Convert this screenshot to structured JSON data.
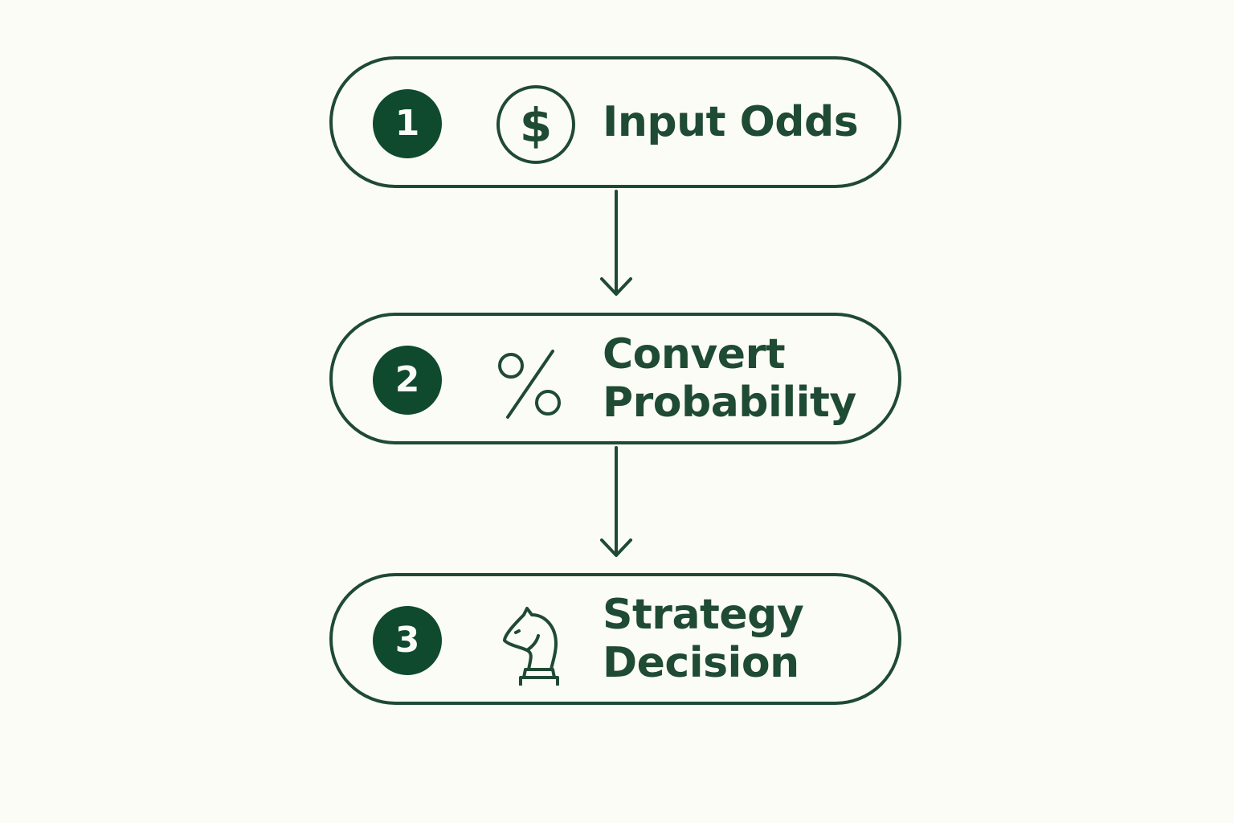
{
  "colors": {
    "background": "#fcfcf7",
    "stroke": "#1f4a33",
    "badge_fill": "#0f4a2e",
    "badge_text": "#fcfcf7"
  },
  "steps": [
    {
      "number": "1",
      "icon": "dollar-circle-icon",
      "lines": [
        "Input Odds"
      ]
    },
    {
      "number": "2",
      "icon": "percent-icon",
      "lines": [
        "Convert",
        "Probability"
      ]
    },
    {
      "number": "3",
      "icon": "chess-knight-icon",
      "lines": [
        "Strategy",
        "Decision"
      ]
    }
  ]
}
